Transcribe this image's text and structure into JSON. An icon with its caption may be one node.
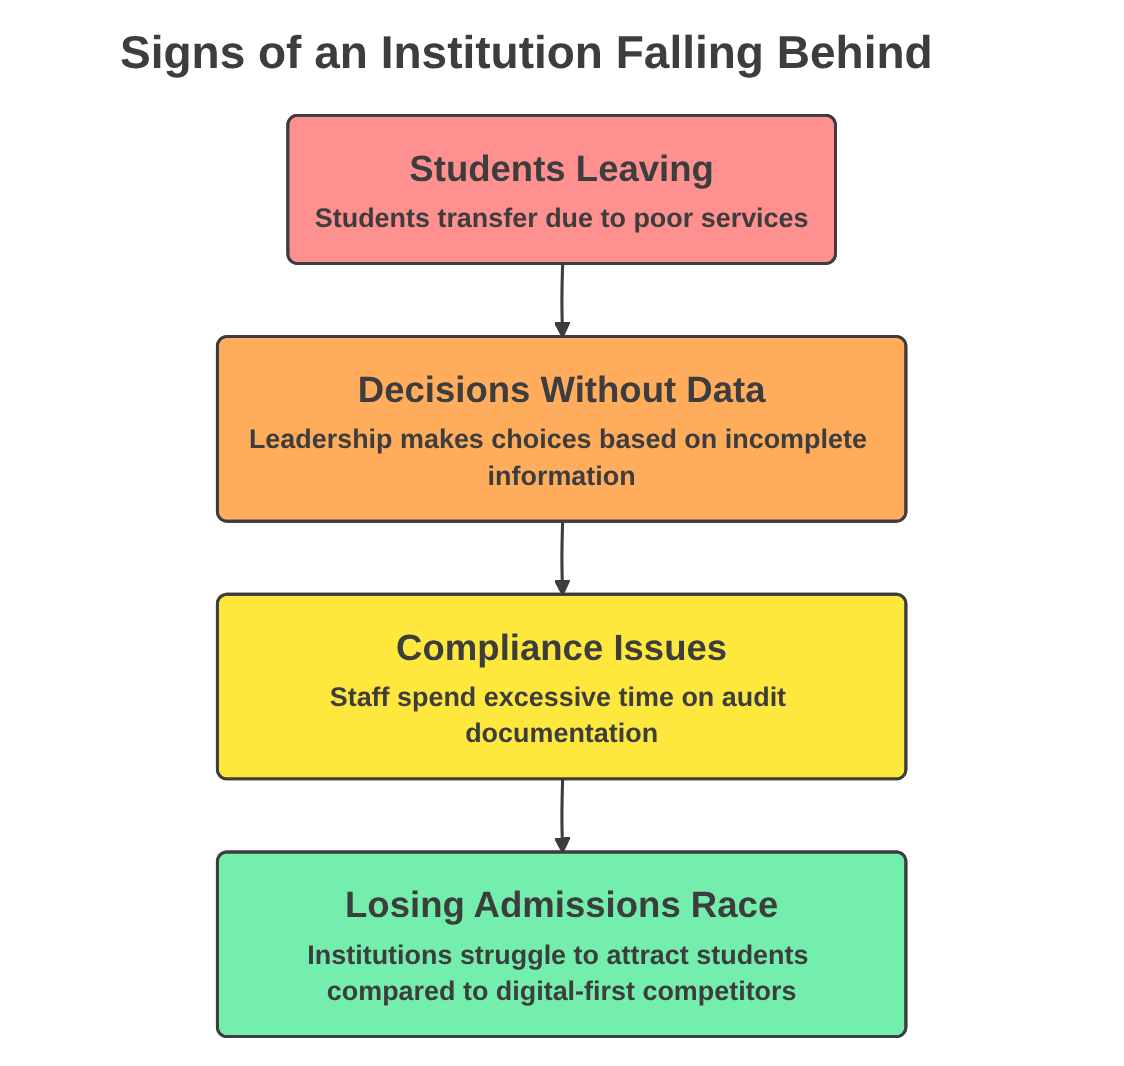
{
  "diagram": {
    "title": "Signs of an Institution Falling Behind",
    "nodes": [
      {
        "text": [
          "Students Leaving",
          "Students transfer due to poor services"
        ]
      },
      {
        "text": [
          "Decisions Without Data",
          "Leadership makes choices based on incomplete information"
        ]
      },
      {
        "text": [
          "Compliance Issues",
          "Staff spend excessive time on audit documentation"
        ]
      },
      {
        "text": [
          "Losing Admissions Race",
          "Institutions struggle to attract students compared to digital-first competitors"
        ]
      }
    ],
    "edges": [
      {
        "from": 0,
        "to": 1,
        "arrow": "to"
      },
      {
        "from": 1,
        "to": 2,
        "arrow": "to"
      },
      {
        "from": 2,
        "to": 3,
        "arrow": "to"
      }
    ]
  }
}
